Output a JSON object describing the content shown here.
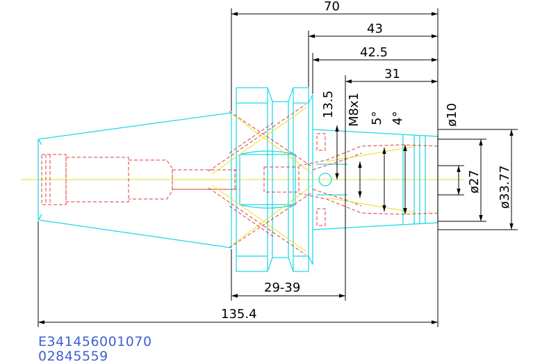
{
  "drawing": {
    "dimensions": {
      "d70": "70",
      "d43": "43",
      "d42_5": "42.5",
      "d31": "31",
      "d13_5": "13.5",
      "thread": "M8x1",
      "angle5": "5°",
      "angle4": "4°",
      "dia10": "ø10",
      "dia27": "ø27",
      "dia33_77": "ø33.77",
      "range29_39": "29-39",
      "d135_4": "135.4"
    },
    "part_codes": {
      "code1": "E341456001070",
      "code2": "02845559"
    },
    "colors": {
      "outline": "#19d6e6",
      "hidden": "#e23a3a",
      "center": "#e6e01e",
      "dimension": "#000000",
      "code_text": "#3d5fd6"
    }
  }
}
